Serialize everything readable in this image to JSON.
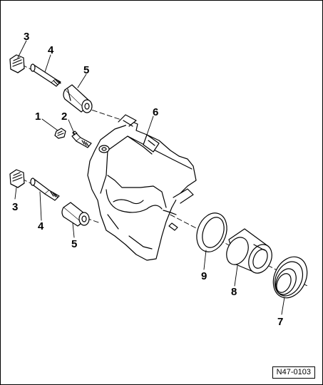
{
  "labels": {
    "l3a": "3",
    "l4a": "4",
    "l5a": "5",
    "l1": "1",
    "l2": "2",
    "l6": "6",
    "l3b": "3",
    "l4b": "4",
    "l5b": "5",
    "l9": "9",
    "l8": "8",
    "l7": "7"
  },
  "reference": "N47-0103"
}
